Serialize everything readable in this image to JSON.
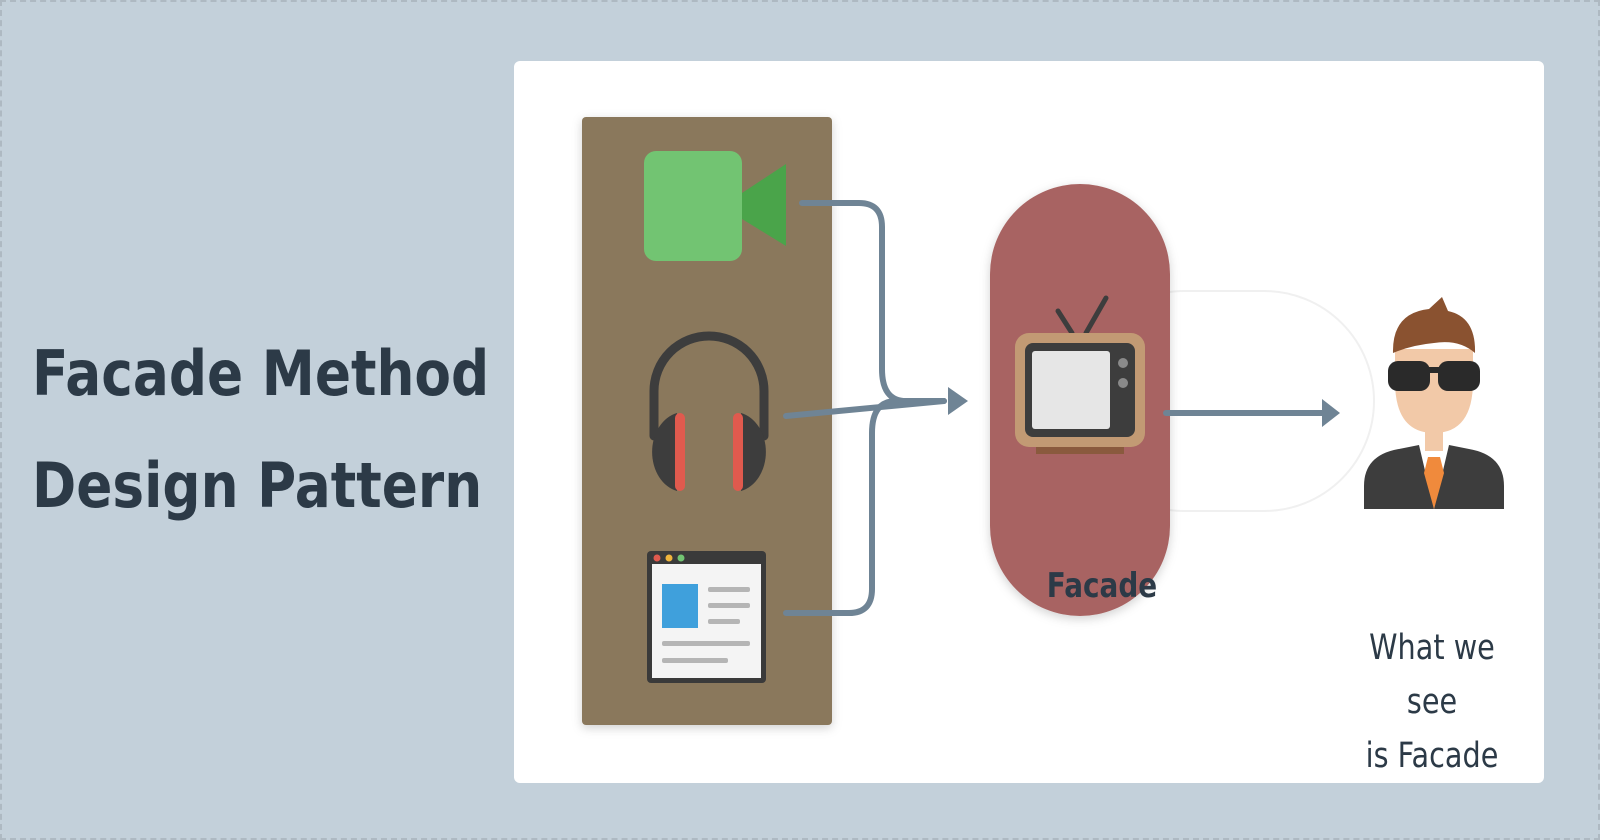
{
  "title": {
    "line1": "Facade Method",
    "line2": "Design Pattern"
  },
  "diagram": {
    "facade_label": "Facade",
    "observer_label_line1": "What we see",
    "observer_label_line2": "is Facade",
    "subsystems": [
      "video-camera-icon",
      "headphones-icon",
      "browser-window-icon"
    ],
    "facade_icon": "television-icon",
    "observer_icon": "person-with-sunglasses-icon"
  },
  "colors": {
    "background": "#c3d0da",
    "title_text": "#2c3a47",
    "subsystem_panel": "#8a785b",
    "facade_pill": "#a86462",
    "connector": "#6f8495"
  }
}
